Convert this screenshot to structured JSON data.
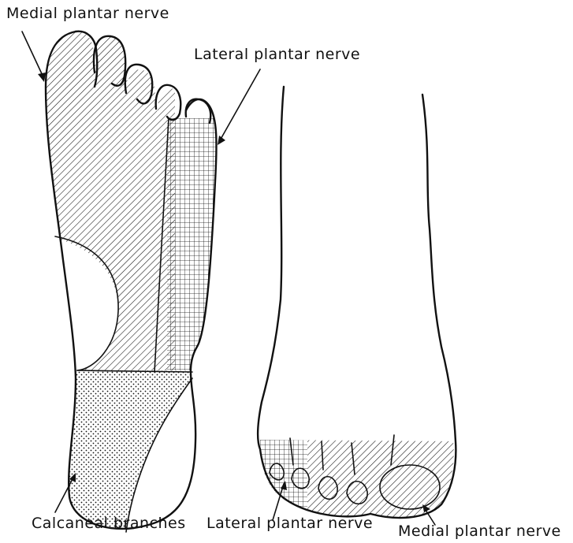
{
  "labels": {
    "top_left": "Medial plantar nerve",
    "top_right": "Lateral plantar nerve",
    "bottom_left": "Calcaneal branches",
    "bottom_middle": "Lateral plantar nerve",
    "bottom_right": "Medial plantar nerve"
  },
  "regions": {
    "medial": {
      "pattern": "diagonal-hatch"
    },
    "lateral": {
      "pattern": "crosshatch-grid"
    },
    "calcaneal": {
      "pattern": "stipple-dots"
    }
  },
  "colors": {
    "ink": "#111111",
    "paper": "#ffffff"
  }
}
